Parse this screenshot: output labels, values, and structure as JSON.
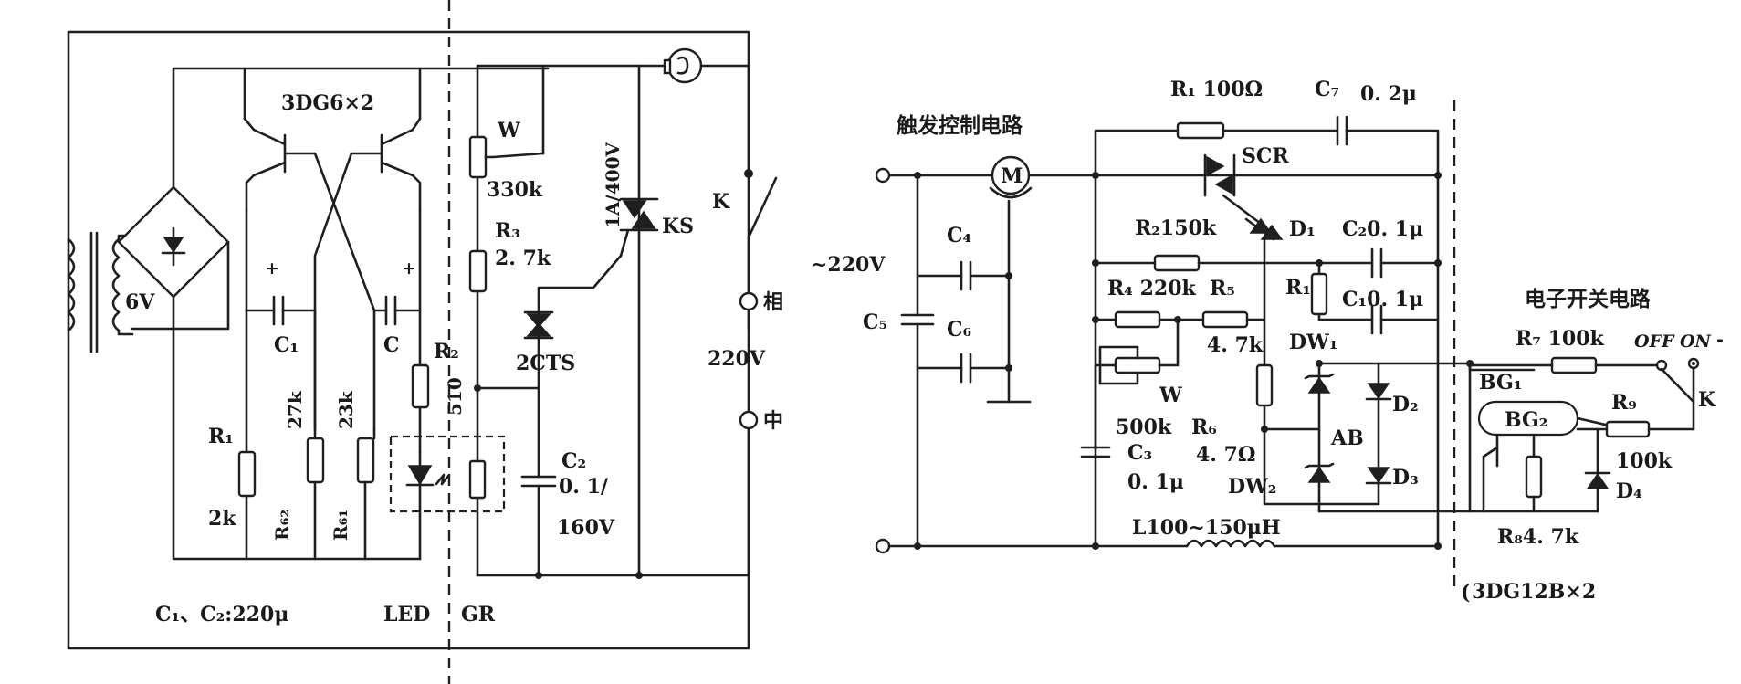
{
  "left_circuit": {
    "ic_label": "3DG6×2",
    "transformer_voltage": "6V",
    "c1_label": "C₁",
    "c_label": "C",
    "r1_label": "R₁",
    "r1_value": "2k",
    "r62_value": "27k",
    "r62_label": "R₆₂",
    "r61_value": "23k",
    "r61_label": "R₆₁",
    "r2_label": "R₂",
    "r2_value": "510",
    "w_label": "W",
    "w_value": "330k",
    "r3_label": "R₃",
    "r3_value": "2. 7k",
    "ks_rating": "1A/400V",
    "ks_label": "KS",
    "cts_label": "2CTS",
    "c2_label": "C₂",
    "c2_value_1": "0. 1/",
    "c2_value_2": "160V",
    "switch_label": "K",
    "phase_label": "相",
    "voltage_label": "220V",
    "neutral_label": "中",
    "cap_note": "C₁、C₂:220μ",
    "led_label": "LED",
    "gr_label": "GR"
  },
  "right_circuit": {
    "trigger_title": "触发控制电路",
    "supply_label": "~220V",
    "motor_label": "M",
    "r1_top_label": "R₁ 100Ω",
    "c7_label": "C₇",
    "c7_value": "0. 2μ",
    "scr_label": "SCR",
    "r2_label": "R₂150k",
    "d1_label": "D₁",
    "c2_label": "C₂0. 1μ",
    "c4_label": "C₄",
    "c5_label": "C₅",
    "c6_label": "C₆",
    "r4_label": "R₄ 220k",
    "r5_label": "R₅",
    "r5_value": "4. 7k",
    "r1_mid_label": "R₁",
    "c1_label": "C₁0. 1μ",
    "dw1_label": "DW₁",
    "w_label": "W",
    "w_value": "500k",
    "r6_label": "R₆",
    "r6_value": "4. 7Ω",
    "ab_label": "AB",
    "d2_label": "D₂",
    "d3_label": "D₃",
    "c3_label": "C₃",
    "c3_value": "0. 1μ",
    "dw2_label": "DW₂",
    "inductor_label": "L100~150μH",
    "switch_title": "电子开关电路",
    "r7_label": "R₇ 100k",
    "off_label": "OFF",
    "on_label": "ON",
    "bg1_label": "BG₁",
    "bg2_label": "BG₂",
    "r9_label": "R₉",
    "r9_value": "100k",
    "k_label": "K",
    "d4_label": "D₄",
    "r8_label": "R₈4. 7k",
    "transistor_note": "3DG12B×2"
  }
}
